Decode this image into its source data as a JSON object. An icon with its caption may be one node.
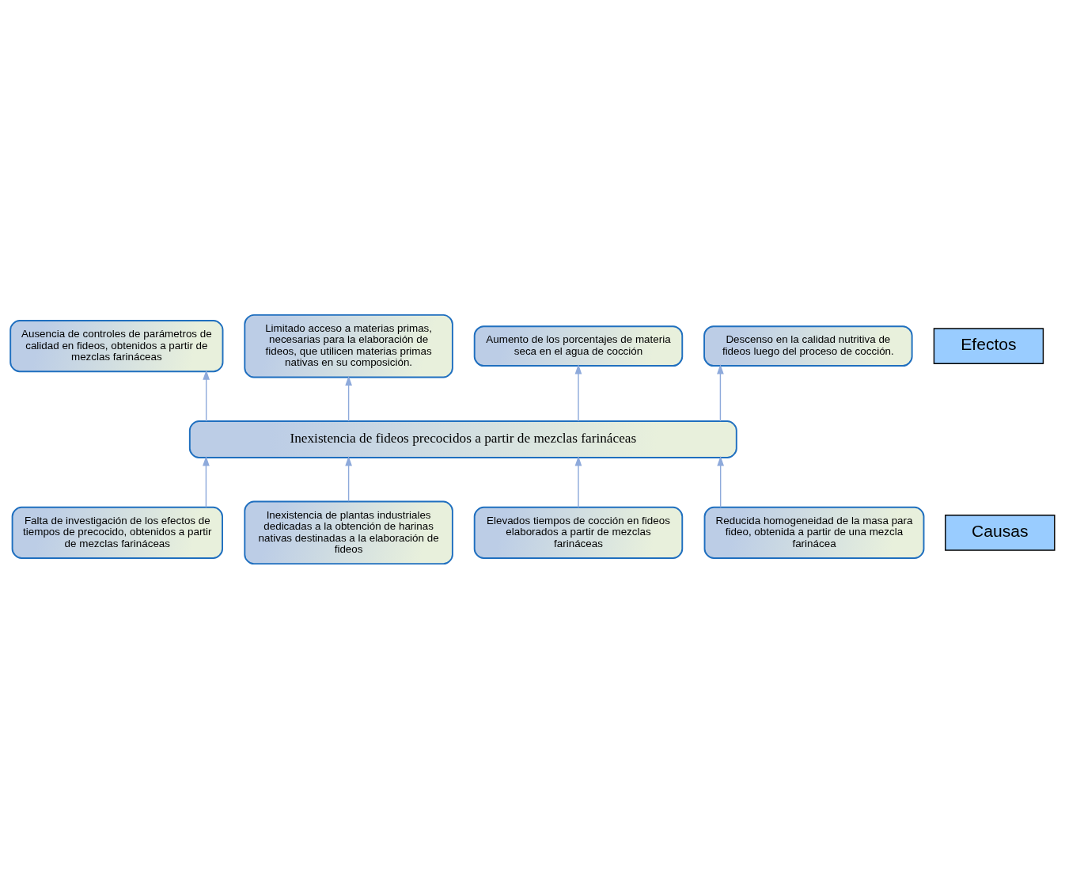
{
  "diagram": {
    "nodes": [
      {
        "text": [
          "Ausencia de controles de parámetros de calidad en fideos, obtenidos a partir de mezclas farináceas"
        ]
      },
      {
        "text": [
          "Limitado acceso a materias primas, necesarias para la elaboración de fideos, que utilicen materias primas nativas en su composición."
        ]
      },
      {
        "text": [
          "Aumento de los porcentajes de materia seca en el agua de cocción"
        ]
      },
      {
        "text": [
          "Descenso en la calidad nutritiva de fideos luego del proceso de cocción."
        ]
      },
      {
        "text": [
          "Efectos"
        ]
      },
      {
        "text": [
          "Inexistencia de fideos precocidos a partir de mezclas farináceas"
        ]
      },
      {
        "text": [
          "Causas"
        ]
      },
      {
        "text": [
          "Falta de investigación de los efectos de tiempos de precocido, obtenidos a partir de mezclas farináceas"
        ]
      },
      {
        "text": [
          "Inexistencia de plantas industriales dedicadas a la obtención de harinas nativas destinadas a la elaboración de fideos"
        ]
      },
      {
        "text": [
          "Elevados tiempos de cocción en fideos elaborados a partir de mezclas farináceas"
        ]
      },
      {
        "text": [
          "Reducida homogeneidad de la masa para fideo, obtenida a partir de una mezcla farinácea"
        ]
      }
    ],
    "edges": [
      {
        "from": 5,
        "to": 0,
        "arrow": "to"
      },
      {
        "from": 5,
        "to": 2,
        "arrow": "to"
      },
      {
        "from": 5,
        "to": 1,
        "arrow": "to"
      },
      {
        "from": 5,
        "to": 3,
        "arrow": "to"
      },
      {
        "from": 7,
        "to": 5,
        "arrow": "to"
      },
      {
        "from": 9,
        "to": 5,
        "arrow": "to"
      },
      {
        "from": 8,
        "to": 5,
        "arrow": "to"
      },
      {
        "from": 10,
        "to": 5,
        "arrow": "to"
      }
    ]
  }
}
